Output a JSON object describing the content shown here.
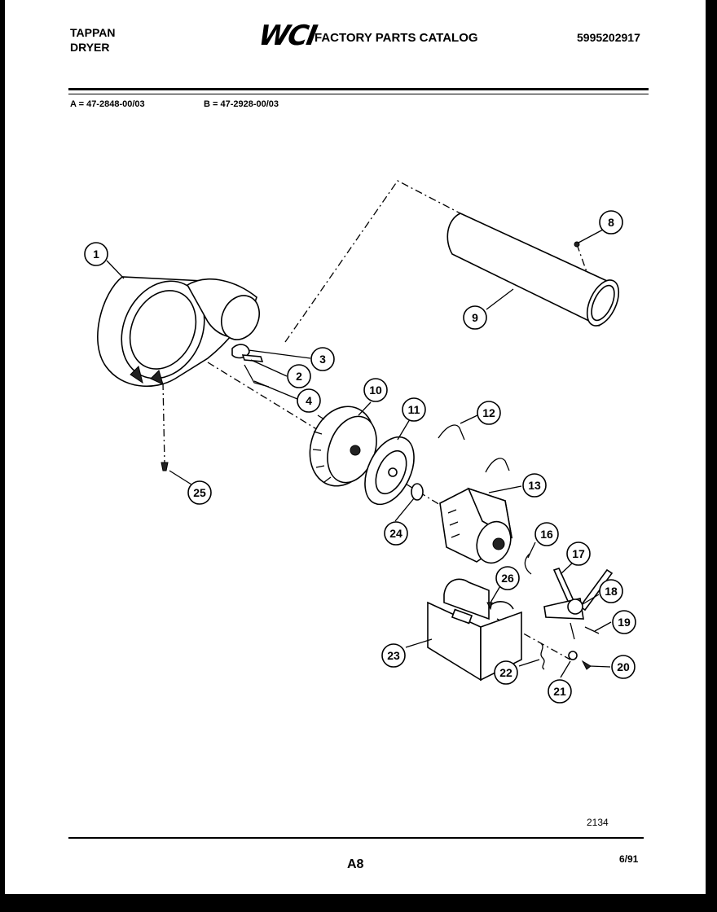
{
  "header": {
    "brand": "TAPPAN",
    "product": "DRYER",
    "logo": "WCI",
    "catalog_title": "FACTORY PARTS CATALOG",
    "catalog_number": "5995202917"
  },
  "models": {
    "a": "A = 47-2848-00/03",
    "b": "B = 47-2928-00/03"
  },
  "callouts": [
    "1",
    "2",
    "3",
    "4",
    "8",
    "9",
    "10",
    "11",
    "12",
    "13",
    "16",
    "17",
    "18",
    "19",
    "20",
    "21",
    "22",
    "23",
    "24",
    "25",
    "26"
  ],
  "footer": {
    "drawing_number": "2134",
    "page": "A8",
    "date": "6/91"
  }
}
